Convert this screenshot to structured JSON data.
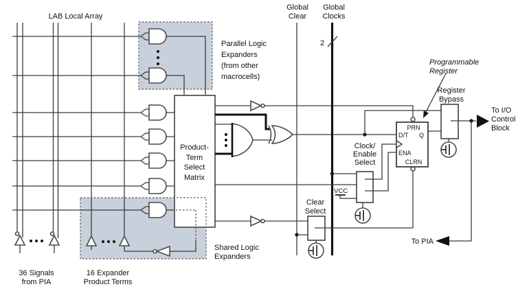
{
  "figure": {
    "description": "Macrocell logic block diagram with LAB local array, product-term select matrix, logic expanders and programmable register"
  },
  "labels": {
    "lab_local_array": "LAB Local Array",
    "parallel": [
      "Parallel Logic",
      "Expanders",
      "(from other",
      "macrocells)"
    ],
    "global_clear": [
      "Global",
      "Clear"
    ],
    "global_clocks": [
      "Global",
      "Clocks"
    ],
    "clock_bus_width": "2",
    "programmable_register": [
      "Programmable",
      "Register"
    ],
    "register_bypass": [
      "Register",
      "Bypass"
    ],
    "to_io": [
      "To I/O",
      "Control",
      "Block"
    ],
    "clock_enable_select": [
      "Clock/",
      "Enable",
      "Select"
    ],
    "vcc": "VCC",
    "clear_select": [
      "Clear",
      "Select"
    ],
    "to_pia": "To PIA",
    "shared": [
      "Shared Logic",
      "Expanders"
    ],
    "signals_from_pia": [
      "36 Signals",
      "from PIA"
    ],
    "expander_terms": [
      "16 Expander",
      "Product Terms"
    ],
    "matrix": [
      "Product-",
      "Term",
      "Select",
      "Matrix"
    ],
    "pins": {
      "prn": "PRN",
      "dt": "D/T",
      "q": "Q",
      "ena": "ENA",
      "clrn": "CLRN"
    }
  },
  "colors": {
    "expander_box_fill": "#c8d0db",
    "diagram_line": "#3a3a3a"
  }
}
